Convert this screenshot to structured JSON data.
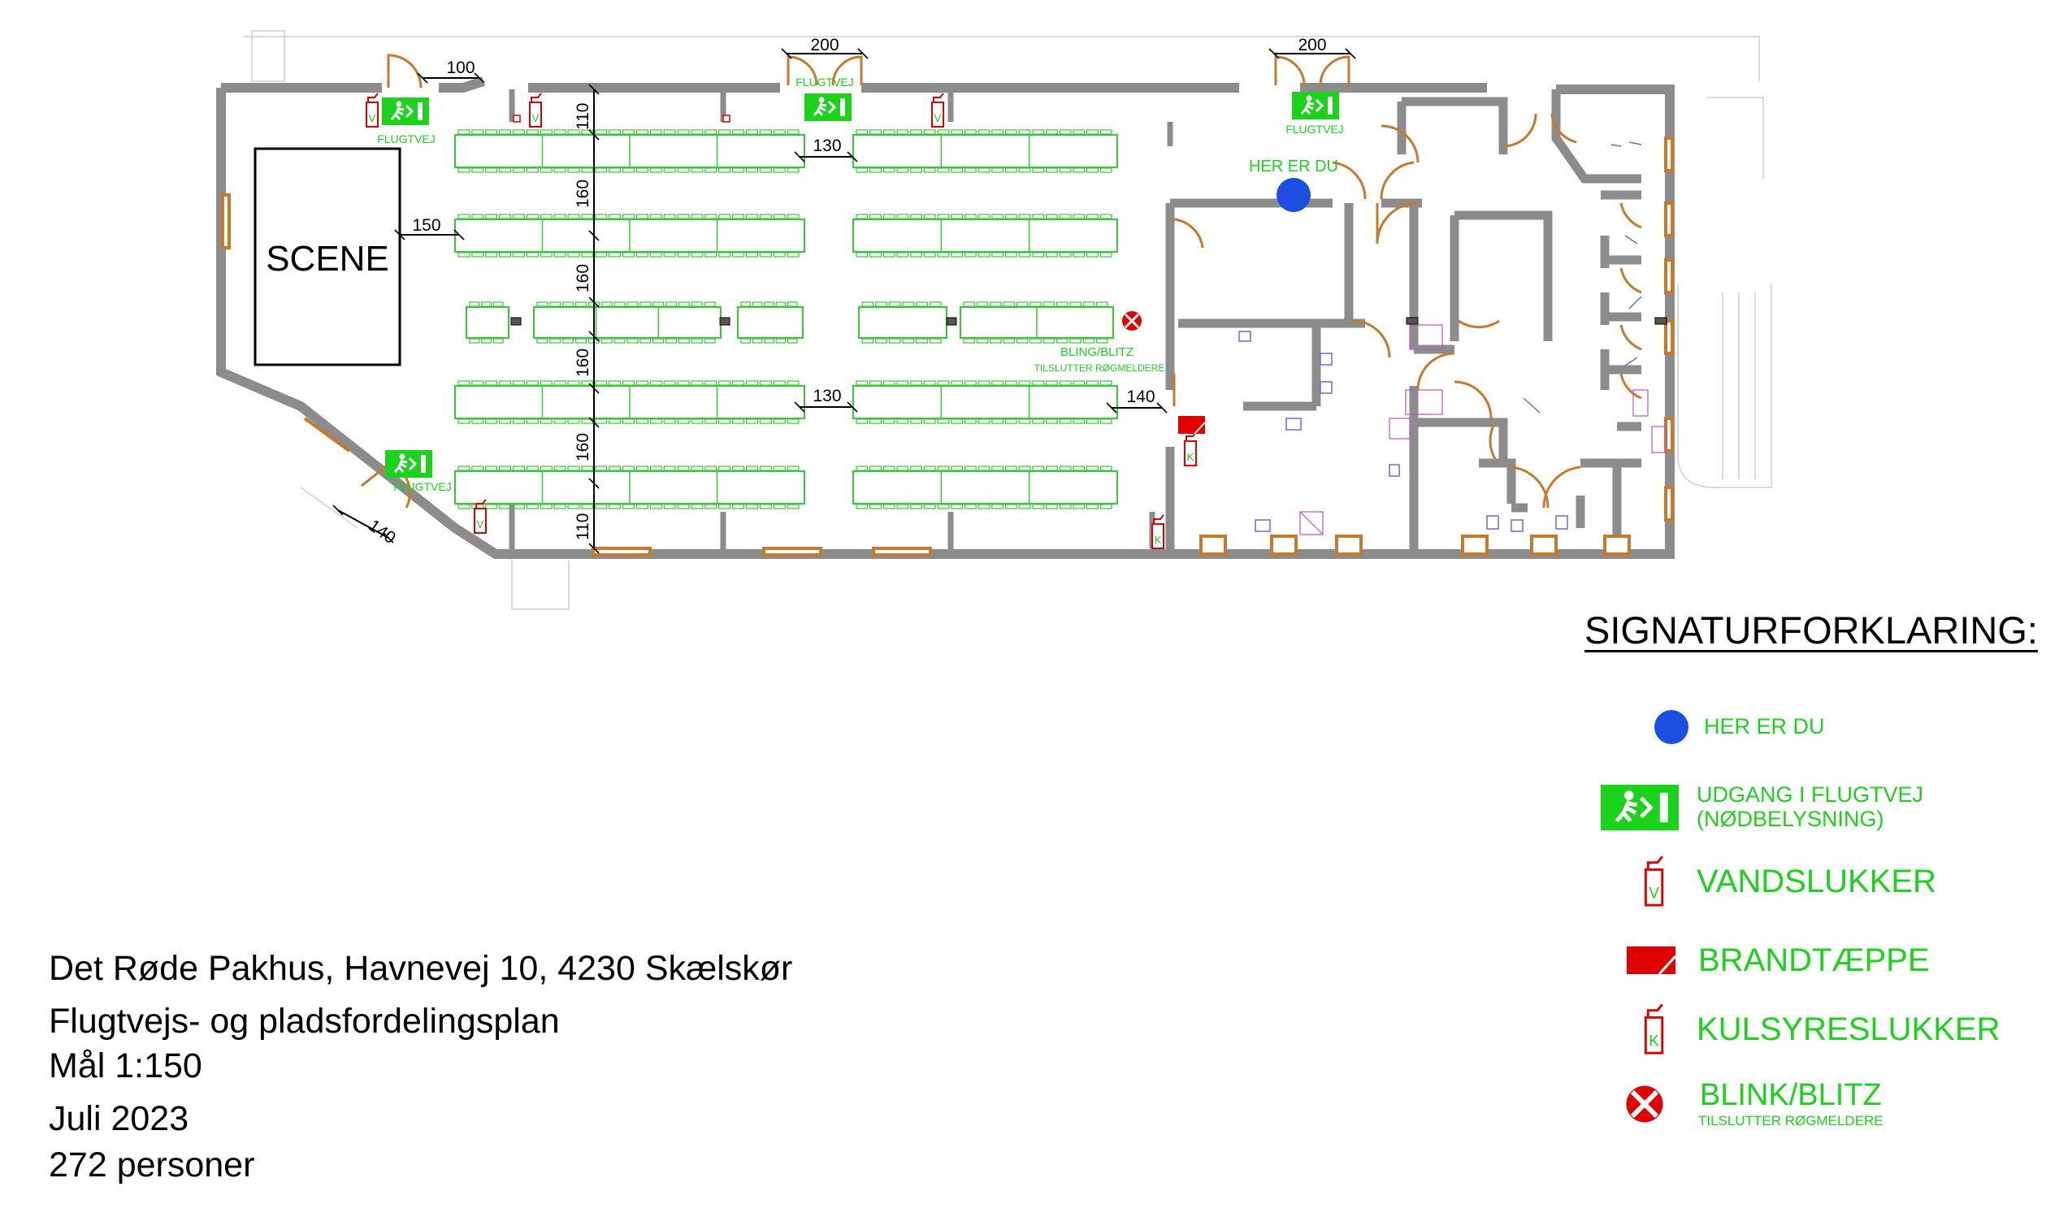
{
  "plan": {
    "stage_label": "SCENE",
    "here_label": "HER ER DU",
    "exit_label": "FLUGTVEJ",
    "blink_label": "BLING/BLITZ",
    "smoke_label": "TILSLUTTER RØGMELDERE",
    "dimensions": {
      "d100": "100",
      "d200_left": "200",
      "d200_right": "200",
      "d150": "150",
      "d140_right": "140",
      "d140_left": "140",
      "d130_top": "130",
      "d130_bottom": "130",
      "d110_top": "110",
      "d160_a": "160",
      "d160_b": "160",
      "d160_c": "160",
      "d160_d": "160",
      "d110_bottom": "110"
    }
  },
  "legend": {
    "title": "SIGNATURFORKLARING:",
    "here": "HER ER DU",
    "exit_line1": "UDGANG I FLUGTVEJ",
    "exit_line2": "(NØDBELYSNING)",
    "water": "VANDSLUKKER",
    "blanket": "BRANDTÆPPE",
    "co2": "KULSYRESLUKKER",
    "blink": "BLINK/BLITZ",
    "blink_sub": "TILSLUTTER RØGMELDERE",
    "water_letter": "V",
    "co2_letter": "K"
  },
  "info": {
    "address": "Det Røde Pakhus, Havnevej 10, 4230 Skælskør",
    "plan_name": "Flugtvejs- og pladsfordelingsplan",
    "scale": "Mål 1:150",
    "date": "Juli 2023",
    "persons": "272 personer"
  },
  "colors": {
    "wall": "#8c8c8c",
    "table": "#33cc33",
    "exit_sign": "#1bd31b",
    "extinguisher": "#e00000",
    "here_dot": "#1a4fe0",
    "door": "#c87a2a",
    "legend_text": "#1bd31b"
  }
}
